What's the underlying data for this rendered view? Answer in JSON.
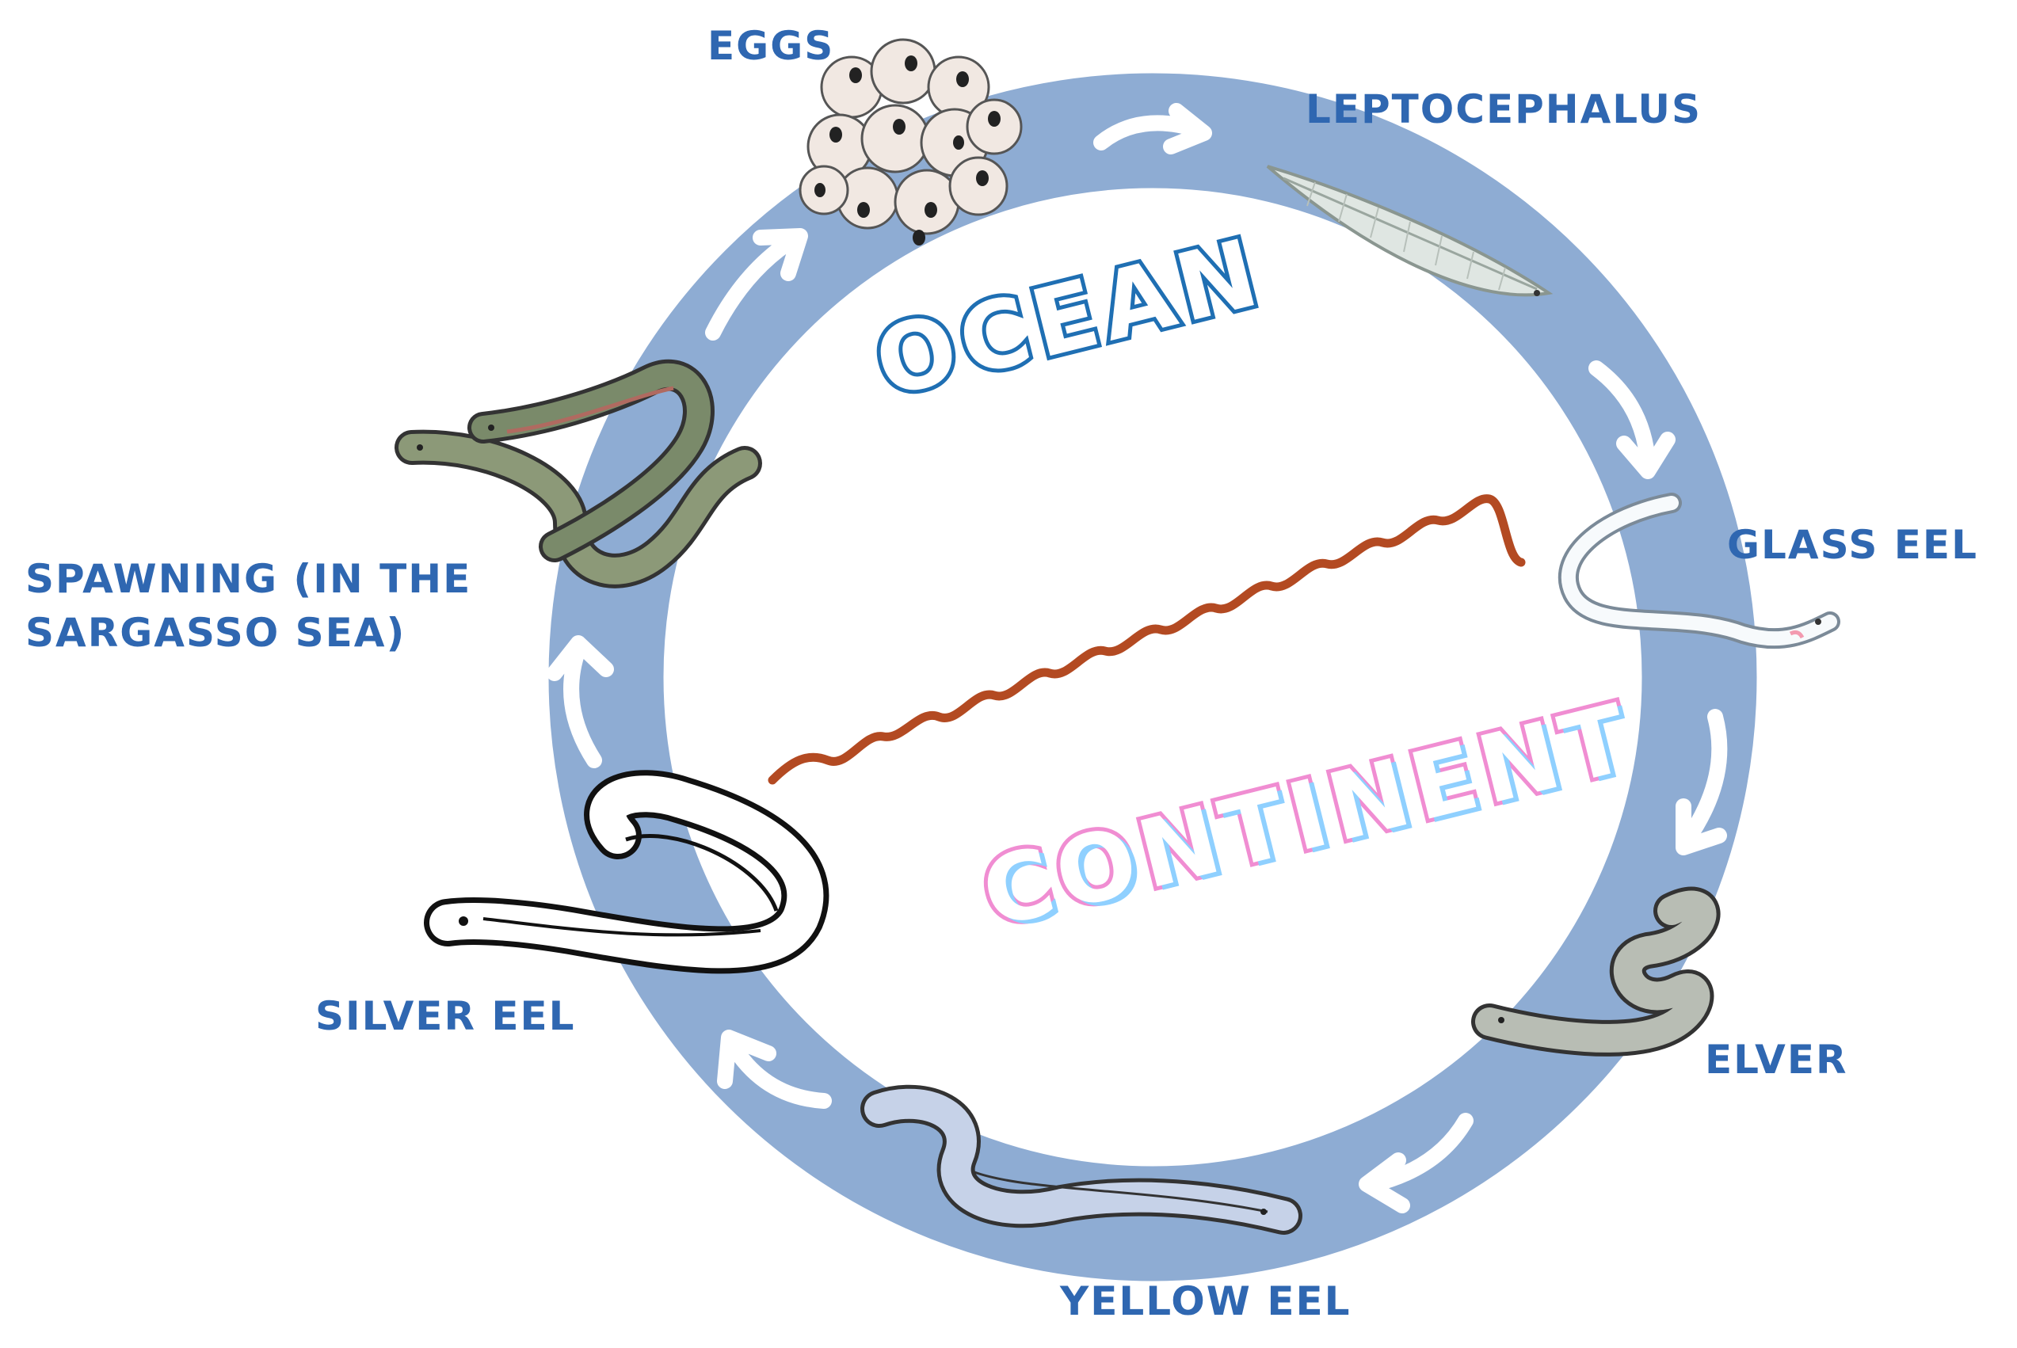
{
  "diagram": {
    "regions": {
      "ocean": "OCEAN",
      "continent": "CONTINENT"
    },
    "stages": {
      "eggs": "EGGS",
      "leptocephalus": "LEPTOCEPHALUS",
      "glass_eel": "GLASS EEL",
      "elver": "ELVER",
      "yellow_eel": "YELLOW EEL",
      "silver_eel": "SILVER EEL",
      "spawning": "SPAWNING  (IN THE SARGASSO SEA)"
    }
  },
  "colors": {
    "ring": "#8eacd3",
    "label": "#2f67b1",
    "ocean_text": "#1f6fb3",
    "continent_text": "#f08dd2",
    "boundary_line": "#b34a22"
  }
}
